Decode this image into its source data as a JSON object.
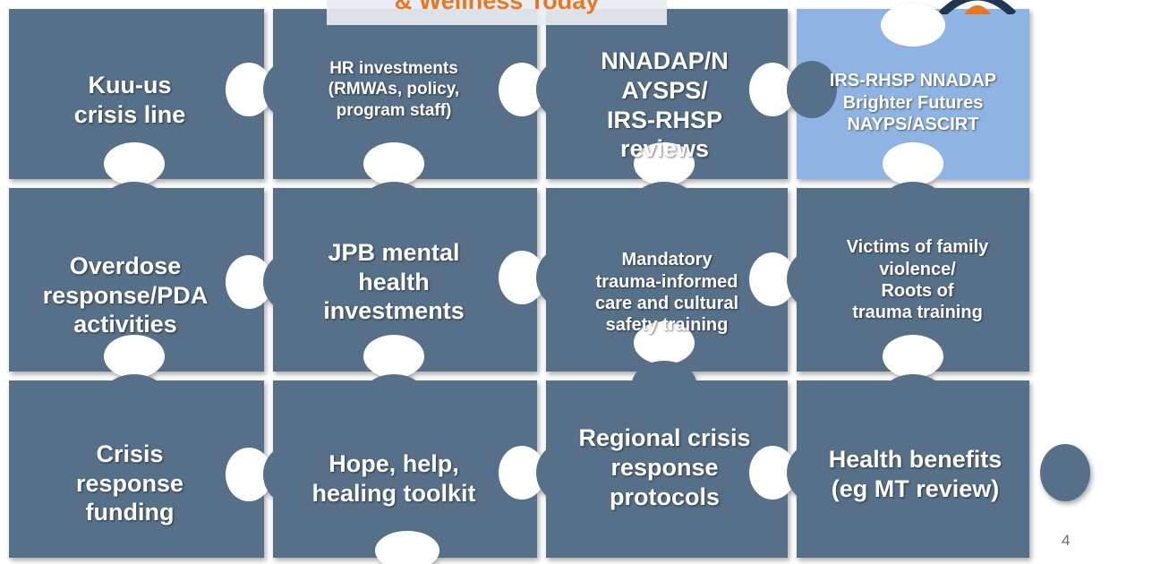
{
  "slide": {
    "title": "& Wellness Today",
    "page_number": "4"
  },
  "colors": {
    "piece_dark": "#577089",
    "piece_light": "#8FB4E3",
    "title_orange": "#E87722",
    "gap": "#FFFFFF"
  },
  "pieces": [
    {
      "id": "kuu-us",
      "label": "Kuu-us\ncrisis line",
      "highlight": false
    },
    {
      "id": "hr-investments",
      "label": "HR investments\n(RMWAs, policy,\nprogram staff)",
      "highlight": false
    },
    {
      "id": "nnadap-reviews",
      "label": "NNADAP/N\nAYSPS/\nIRS-RHSP\nreviews",
      "highlight": false
    },
    {
      "id": "irs-rhsp",
      "label": "IRS-RHSP  NNADAP\nBrighter Futures\nNAYPS/ASCIRT",
      "highlight": true
    },
    {
      "id": "overdose",
      "label": "Overdose\nresponse/PDA\nactivities",
      "highlight": false
    },
    {
      "id": "jpb",
      "label": "JPB mental\nhealth\ninvestments",
      "highlight": false
    },
    {
      "id": "mandatory-training",
      "label": "Mandatory\ntrauma-informed\ncare and cultural\nsafety training",
      "highlight": false
    },
    {
      "id": "victims",
      "label": "Victims of family\nviolence/\nRoots of\ntrauma training",
      "highlight": false
    },
    {
      "id": "crisis-funding",
      "label": "Crisis\nresponse\nfunding",
      "highlight": false
    },
    {
      "id": "hope-toolkit",
      "label": "Hope, help,\nhealing toolkit",
      "highlight": false
    },
    {
      "id": "regional-protocols",
      "label": "Regional crisis\nresponse\nprotocols",
      "highlight": false
    },
    {
      "id": "health-benefits",
      "label": "Health benefits\n(eg MT review)",
      "highlight": false
    }
  ]
}
